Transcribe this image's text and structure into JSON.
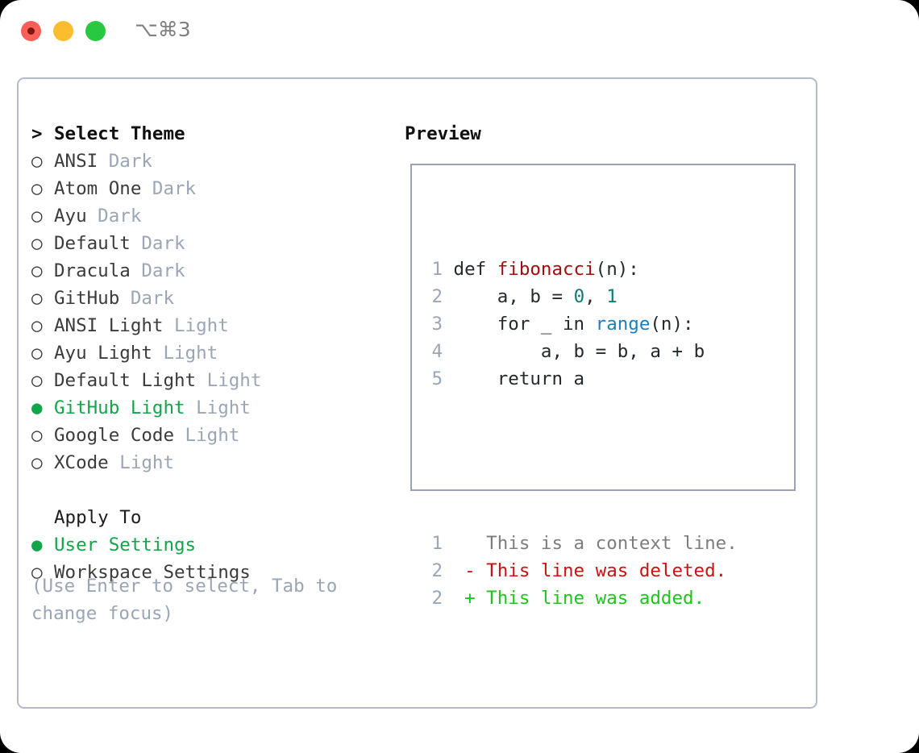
{
  "titlebar": {
    "shortcut": "⌥⌘3",
    "buttons": [
      {
        "name": "close",
        "color": "#fb5f57"
      },
      {
        "name": "minimize",
        "color": "#fbbd2e"
      },
      {
        "name": "maximize",
        "color": "#28c840"
      }
    ]
  },
  "theme_picker": {
    "heading_marker": ">",
    "heading": "Select Theme",
    "marker_unselected": "○",
    "marker_selected": "●",
    "items": [
      {
        "label": "ANSI",
        "tag": "Dark",
        "selected": false
      },
      {
        "label": "Atom One",
        "tag": "Dark",
        "selected": false
      },
      {
        "label": "Ayu",
        "tag": "Dark",
        "selected": false
      },
      {
        "label": "Default",
        "tag": "Dark",
        "selected": false
      },
      {
        "label": "Dracula",
        "tag": "Dark",
        "selected": false
      },
      {
        "label": "GitHub",
        "tag": "Dark",
        "selected": false
      },
      {
        "label": "ANSI Light",
        "tag": "Light",
        "selected": false
      },
      {
        "label": "Ayu Light",
        "tag": "Light",
        "selected": false
      },
      {
        "label": "Default Light",
        "tag": "Light",
        "selected": false
      },
      {
        "label": "GitHub Light",
        "tag": "Light",
        "selected": true
      },
      {
        "label": "Google Code",
        "tag": "Light",
        "selected": false
      },
      {
        "label": "XCode",
        "tag": "Light",
        "selected": false
      }
    ]
  },
  "apply_to": {
    "heading": "Apply To",
    "items": [
      {
        "label": "User Settings",
        "selected": true
      },
      {
        "label": "Workspace Settings",
        "selected": false
      }
    ]
  },
  "hint": "(Use Enter to select, Tab to change focus)",
  "preview": {
    "title": "Preview",
    "code_lines": [
      {
        "num": "1",
        "indent": "",
        "segments": [
          {
            "text": "def ",
            "type": "plain"
          },
          {
            "text": "fibonacci",
            "type": "fn"
          },
          {
            "text": "(n):",
            "type": "plain"
          }
        ]
      },
      {
        "num": "2",
        "indent": "    ",
        "segments": [
          {
            "text": "a, b = ",
            "type": "plain"
          },
          {
            "text": "0",
            "type": "num"
          },
          {
            "text": ", ",
            "type": "plain"
          },
          {
            "text": "1",
            "type": "num"
          }
        ]
      },
      {
        "num": "3",
        "indent": "    ",
        "segments": [
          {
            "text": "for _ in ",
            "type": "plain"
          },
          {
            "text": "range",
            "type": "call"
          },
          {
            "text": "(n):",
            "type": "plain"
          }
        ]
      },
      {
        "num": "4",
        "indent": "        ",
        "segments": [
          {
            "text": "a, b = b, a + b",
            "type": "plain"
          }
        ]
      },
      {
        "num": "5",
        "indent": "    ",
        "segments": [
          {
            "text": "return a",
            "type": "plain"
          }
        ]
      }
    ],
    "diff_lines": [
      {
        "num": "1",
        "sign": " ",
        "text": "This is a context line.",
        "type": "ctx"
      },
      {
        "num": "2",
        "sign": "-",
        "text": "This line was deleted.",
        "type": "del"
      },
      {
        "num": "2",
        "sign": "+",
        "text": "This line was added.",
        "type": "add"
      }
    ]
  },
  "colors": {
    "accent_green": "#13a54a",
    "tag_gray": "#9aa5b5",
    "hint_gray": "#9aa5b5",
    "diff_delete": "#cc1111",
    "diff_add": "#1ec41e",
    "function_red": "#a80d0d",
    "number_teal": "#0a7d72",
    "call_blue": "#1a7fbd",
    "panel_border": "#b3bbc7",
    "preview_border": "#99a3b3"
  }
}
